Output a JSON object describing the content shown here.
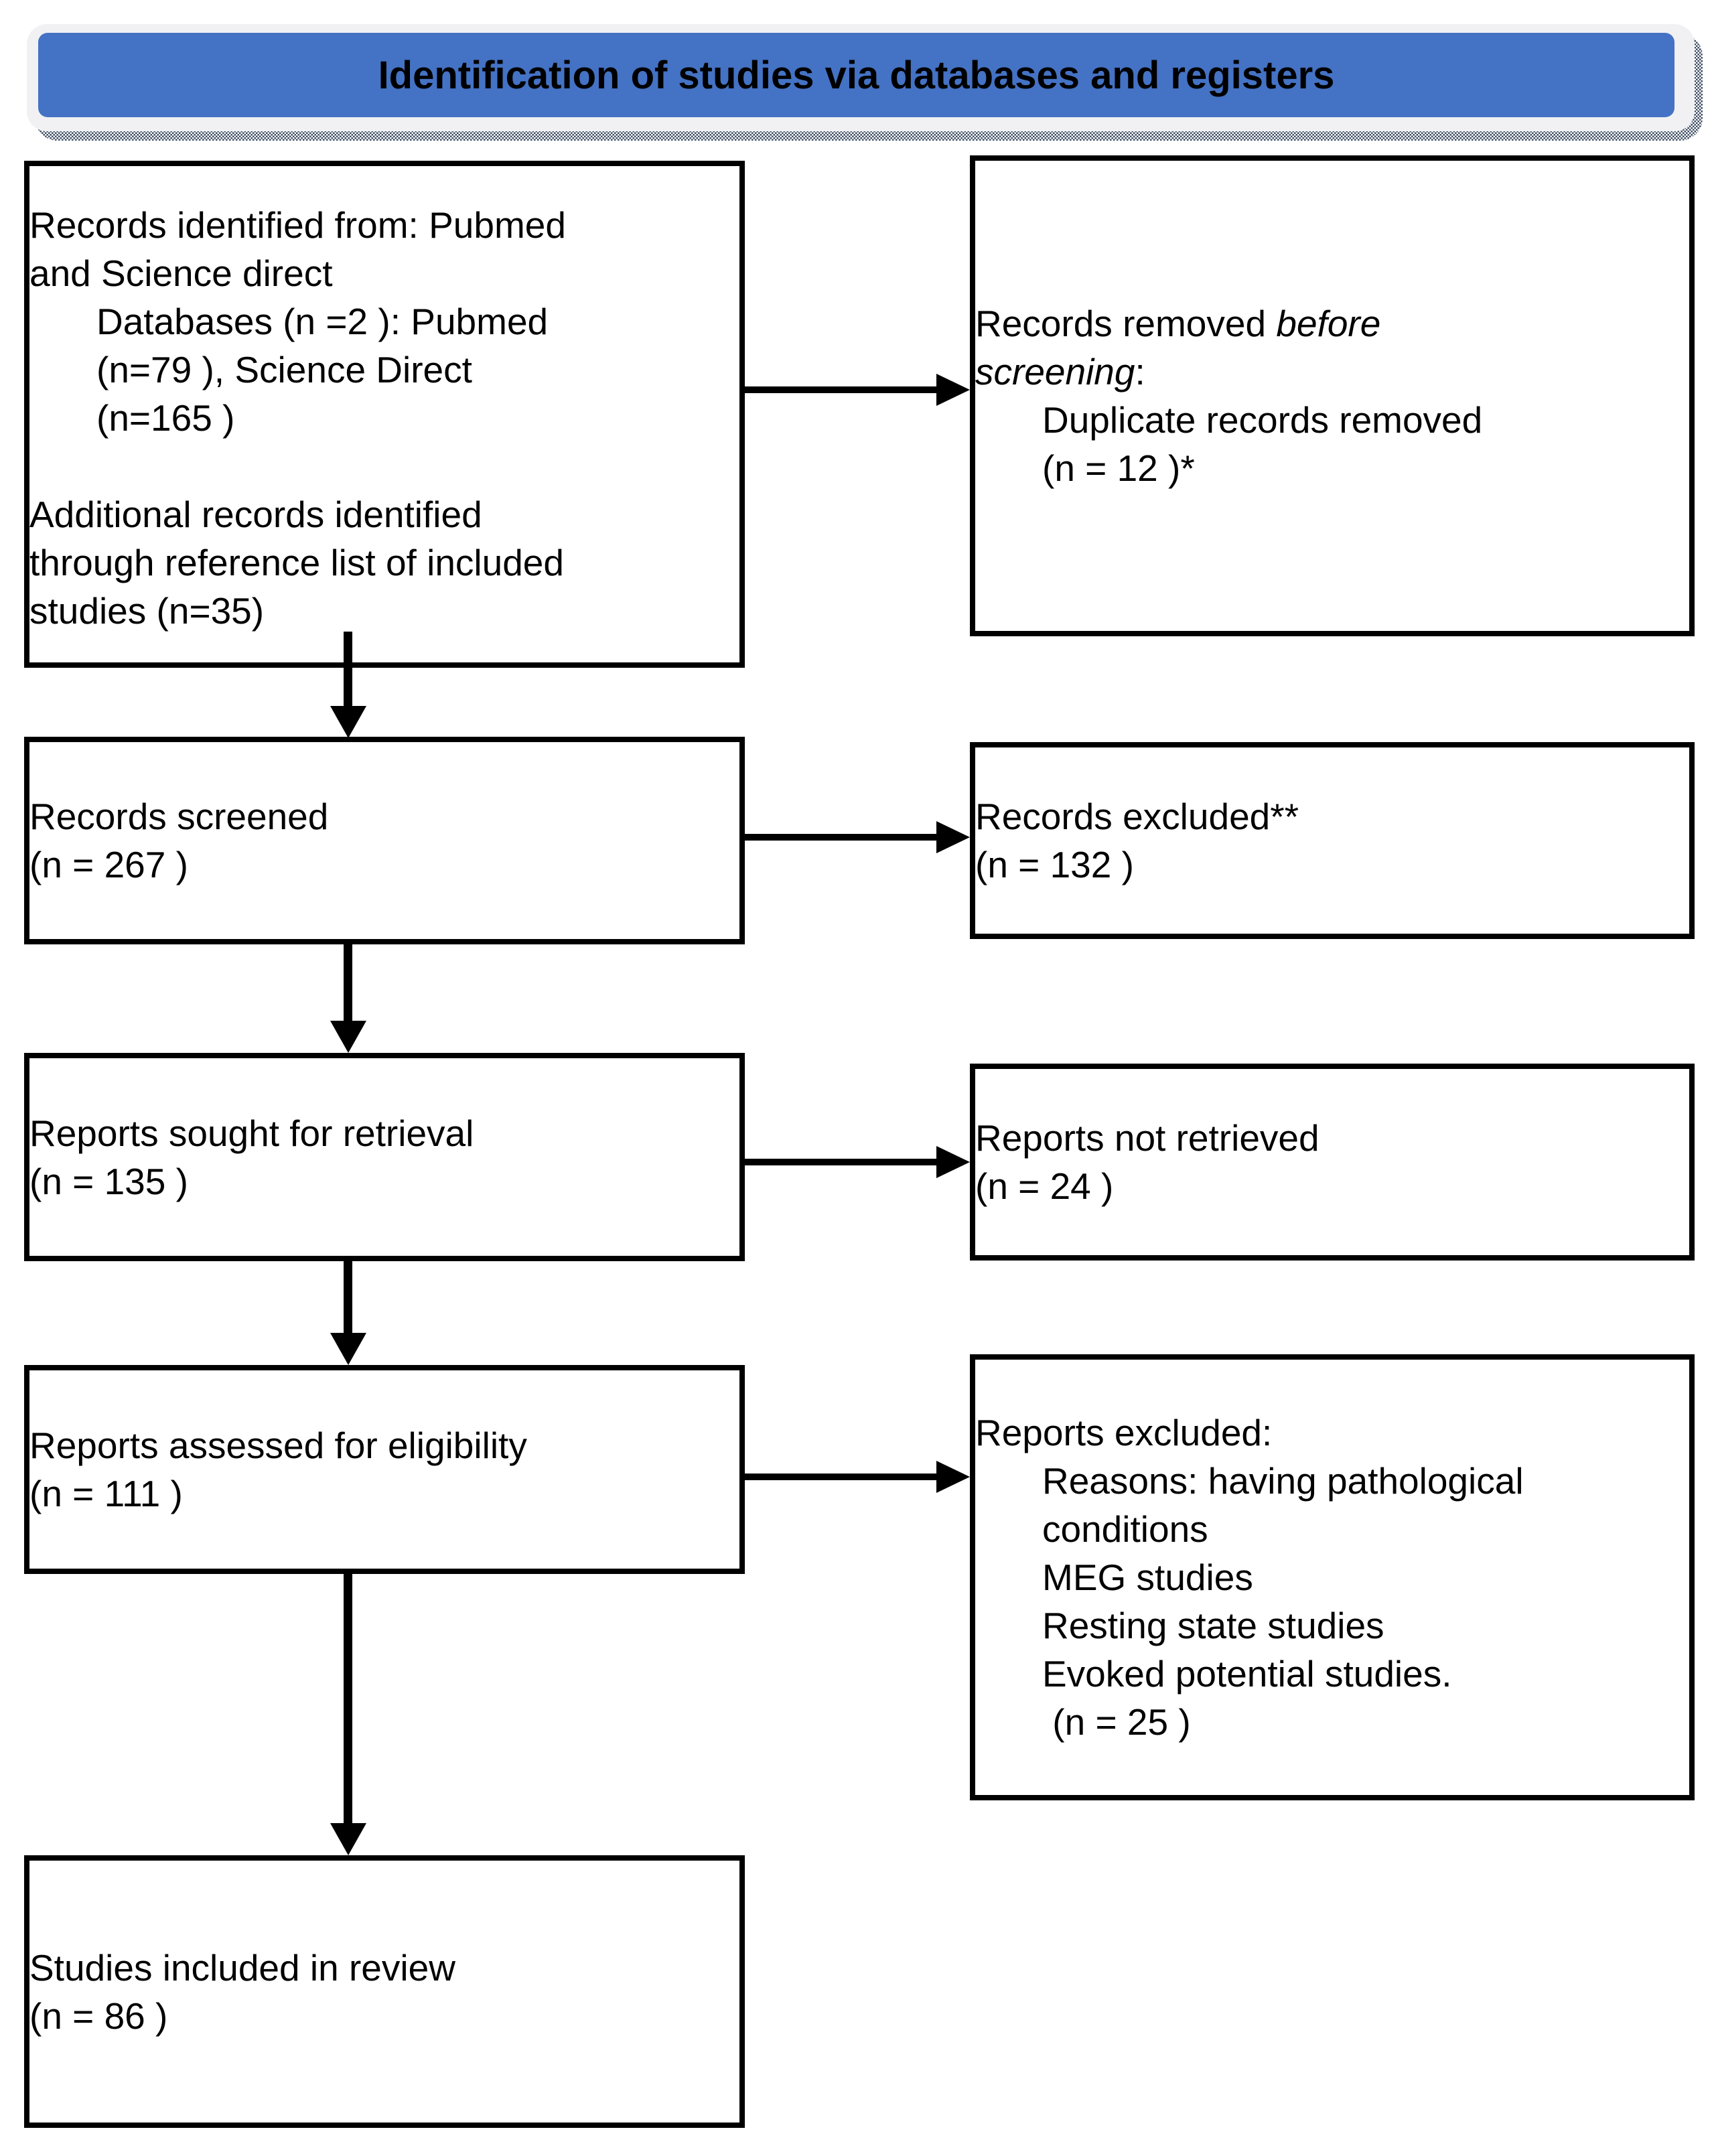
{
  "header": {
    "title": "Identification of studies via databases and registers",
    "banner_color": "#4472c4"
  },
  "boxes": {
    "identification": {
      "lines": [
        {
          "t": "Records identified from: Pubmed"
        },
        {
          "t": "and Science direct"
        },
        {
          "t": "Databases (n =2 ): Pubmed",
          "ind": 1
        },
        {
          "t": "(n=79 ), Science Direct",
          "ind": 1
        },
        {
          "t": "(n=165 )",
          "ind": 1
        },
        {
          "t": ""
        },
        {
          "t": "Additional records identified"
        },
        {
          "t": "through reference list of included"
        },
        {
          "t": "studies (n=35)"
        }
      ]
    },
    "removed_before_screening": {
      "line1_normal": "Records removed ",
      "line1_italic": "before",
      "line2_italic": "screening",
      "line2_normal": ":",
      "lines": [
        {
          "t": "Duplicate records removed",
          "ind": 1
        },
        {
          "t": "(n = 12 )*",
          "ind": 1
        }
      ]
    },
    "records_screened": {
      "lines": [
        {
          "t": "Records screened"
        },
        {
          "t": "(n = 267 )"
        }
      ]
    },
    "records_excluded": {
      "lines": [
        {
          "t": "Records excluded**"
        },
        {
          "t": "(n = 132 )"
        }
      ]
    },
    "reports_sought": {
      "lines": [
        {
          "t": "Reports sought for retrieval"
        },
        {
          "t": "(n = 135 )"
        }
      ]
    },
    "reports_not_retrieved": {
      "lines": [
        {
          "t": "Reports not retrieved"
        },
        {
          "t": "(n = 24 )"
        }
      ]
    },
    "reports_assessed": {
      "lines": [
        {
          "t": "Reports assessed for eligibility"
        },
        {
          "t": "(n = 111 )"
        }
      ]
    },
    "reports_excluded": {
      "lines": [
        {
          "t": "Reports excluded:"
        },
        {
          "t": "Reasons: having pathological",
          "ind": 1
        },
        {
          "t": "conditions",
          "ind": 1
        },
        {
          "t": "MEG studies",
          "ind": 1
        },
        {
          "t": "Resting state studies",
          "ind": 1
        },
        {
          "t": "Evoked potential studies.",
          "ind": 1
        },
        {
          "t": " (n = 25 )",
          "ind": 1
        }
      ]
    },
    "studies_included": {
      "lines": [
        {
          "t": "Studies included in review"
        },
        {
          "t": "(n = 86 )"
        }
      ]
    }
  }
}
